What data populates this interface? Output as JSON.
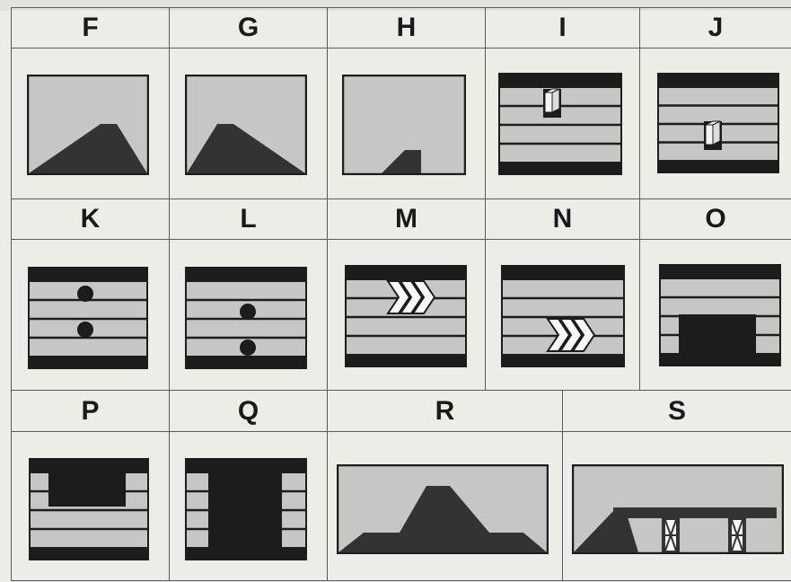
{
  "panels": [
    {
      "letter": "F",
      "icon": "hill-slope-icon"
    },
    {
      "letter": "G",
      "icon": "hill-left-icon"
    },
    {
      "letter": "H",
      "icon": "small-slope-icon"
    },
    {
      "letter": "I",
      "icon": "block-upper-lane-icon"
    },
    {
      "letter": "J",
      "icon": "block-lower-lane-icon"
    },
    {
      "letter": "K",
      "icon": "dots-left-icon"
    },
    {
      "letter": "L",
      "icon": "dots-right-icon"
    },
    {
      "letter": "M",
      "icon": "chevrons-upper-icon"
    },
    {
      "letter": "N",
      "icon": "chevrons-lower-icon"
    },
    {
      "letter": "O",
      "icon": "tunnel-lower-icon"
    },
    {
      "letter": "P",
      "icon": "tunnel-upper-icon"
    },
    {
      "letter": "Q",
      "icon": "tunnel-full-icon"
    },
    {
      "letter": "R",
      "icon": "wide-hill-icon"
    },
    {
      "letter": "S",
      "icon": "ramp-bridge-icon"
    }
  ],
  "colors": {
    "panel_fill": "#c8c6c4",
    "dark": "#1c1c1c",
    "hill": "#333333",
    "page": "#eeece6",
    "grid": "#5a5a5a"
  }
}
